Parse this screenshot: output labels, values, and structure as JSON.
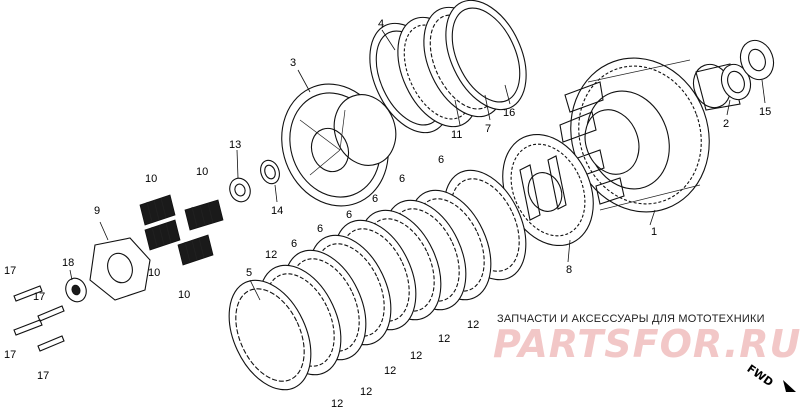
{
  "diagram": {
    "callouts": {
      "p1": "1",
      "p2": "2",
      "p3": "3",
      "p4": "4",
      "p5": "5",
      "p6a": "6",
      "p6b": "6",
      "p6c": "6",
      "p6d": "6",
      "p6e": "6",
      "p6f": "6",
      "p7": "7",
      "p8": "8",
      "p9": "9",
      "p10a": "10",
      "p10b": "10",
      "p10c": "10",
      "p10d": "10",
      "p11": "11",
      "p12a": "12",
      "p12b": "12",
      "p12c": "12",
      "p12d": "12",
      "p12e": "12",
      "p12f": "12",
      "p12g": "12",
      "p13": "13",
      "p14": "14",
      "p15": "15",
      "p16": "16",
      "p17a": "17",
      "p17b": "17",
      "p17c": "17",
      "p17d": "17",
      "p18": "18"
    },
    "direction_label": "FWD"
  },
  "watermark": {
    "caption": "ЗАПЧАСТИ И АКСЕССУАРЫ ДЛЯ МОТОТЕХНИКИ",
    "logo_text": "PARTSFOR.RU"
  }
}
